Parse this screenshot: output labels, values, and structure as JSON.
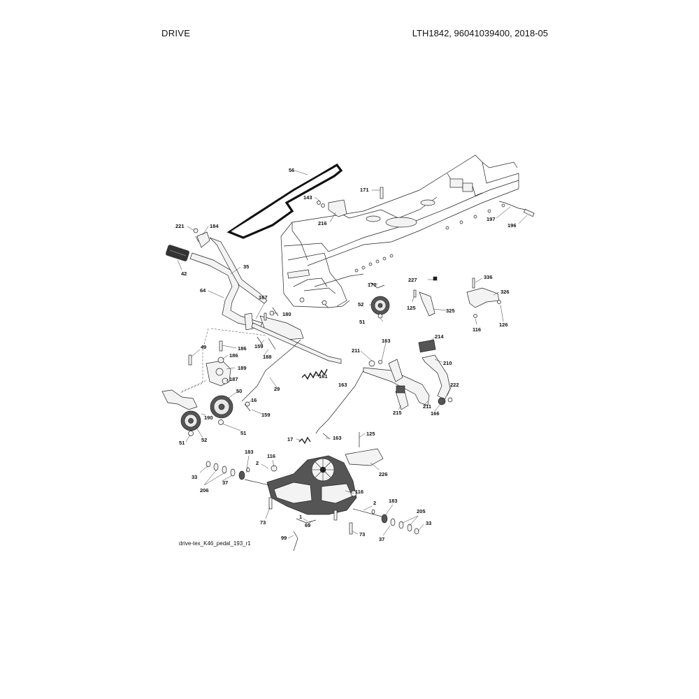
{
  "header": {
    "title": "DRIVE",
    "reference": "LTH1842, 96041039400, 2018-05"
  },
  "diagram": {
    "file_ref": "drive-tex_K46_pedal_193_r1",
    "callouts": [
      "56",
      "171",
      "143",
      "216",
      "197",
      "196",
      "221",
      "184",
      "42",
      "35",
      "64",
      "167",
      "180",
      "170",
      "227",
      "336",
      "326",
      "52",
      "125",
      "325",
      "51",
      "116",
      "126",
      "49",
      "186",
      "186",
      "159",
      "188",
      "189",
      "187",
      "161",
      "29",
      "211",
      "163",
      "214",
      "210",
      "222",
      "50",
      "16",
      "190",
      "159",
      "215",
      "211",
      "166",
      "52",
      "51",
      "51",
      "163",
      "17",
      "163",
      "125",
      "183",
      "2",
      "116",
      "33",
      "37",
      "226",
      "206",
      "116",
      "2",
      "183",
      "205",
      "73",
      "1",
      "69",
      "99",
      "73",
      "37",
      "33"
    ]
  }
}
